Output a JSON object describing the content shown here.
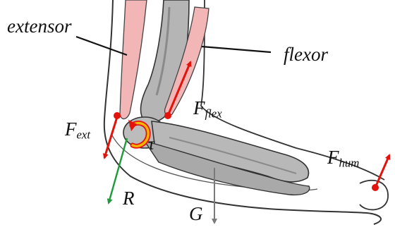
{
  "labels": {
    "extensor": "extensor",
    "flexor": "flexor",
    "f_ext": {
      "main": "F",
      "sub": "ext"
    },
    "f_flex": {
      "main": "F",
      "sub": "flex"
    },
    "f_hum": {
      "main": "F",
      "sub": "hum"
    },
    "tau": "τ",
    "r": "R",
    "g": "G"
  },
  "colors": {
    "muscle": "#f2b6b6",
    "bone": "#b5b5b5",
    "bone_dark": "#8a8a8a",
    "outline": "#333333",
    "force": "#e3120b",
    "reaction": "#1f9a3c",
    "gravity": "#7a7a7a",
    "torque": "#f5b400"
  }
}
